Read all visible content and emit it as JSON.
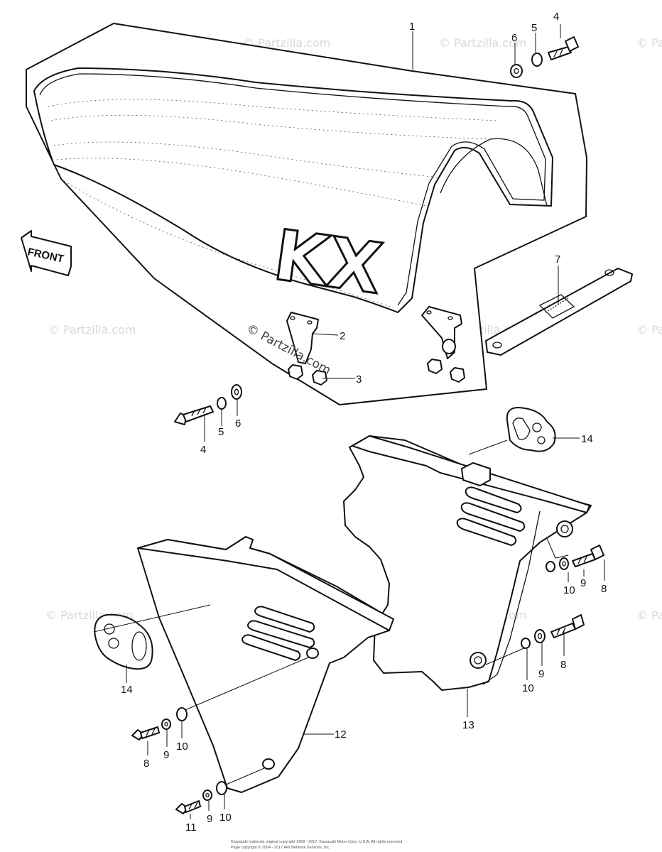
{
  "diagram": {
    "parts": [
      {
        "id": "1",
        "label": "1"
      },
      {
        "id": "2a",
        "label": "2"
      },
      {
        "id": "3",
        "label": "3"
      },
      {
        "id": "4a",
        "label": "4"
      },
      {
        "id": "5a",
        "label": "5"
      },
      {
        "id": "6a",
        "label": "6"
      },
      {
        "id": "4b",
        "label": "4"
      },
      {
        "id": "5b",
        "label": "5"
      },
      {
        "id": "6b",
        "label": "6"
      },
      {
        "id": "7",
        "label": "7"
      },
      {
        "id": "8a",
        "label": "8"
      },
      {
        "id": "9a",
        "label": "9"
      },
      {
        "id": "10a",
        "label": "10"
      },
      {
        "id": "8b",
        "label": "8"
      },
      {
        "id": "9b",
        "label": "9"
      },
      {
        "id": "10b",
        "label": "10"
      },
      {
        "id": "8c",
        "label": "8"
      },
      {
        "id": "9c",
        "label": "9"
      },
      {
        "id": "10c",
        "label": "10"
      },
      {
        "id": "11",
        "label": "11"
      },
      {
        "id": "9d",
        "label": "9"
      },
      {
        "id": "10d",
        "label": "10"
      },
      {
        "id": "12",
        "label": "12"
      },
      {
        "id": "13",
        "label": "13"
      },
      {
        "id": "14a",
        "label": "14"
      },
      {
        "id": "14b",
        "label": "14"
      }
    ],
    "front_label": "FRONT",
    "seat_logo": "KX",
    "watermark": "© Partzilla.com",
    "copyright_line1": "Kawasaki materials original copyright 1968 - 2017, Kawasaki Motor Corp. U.S.A.  All rights reserved",
    "copyright_line2": "Page copyright © 2004 - 2017 ARI Network Services, Inc."
  }
}
